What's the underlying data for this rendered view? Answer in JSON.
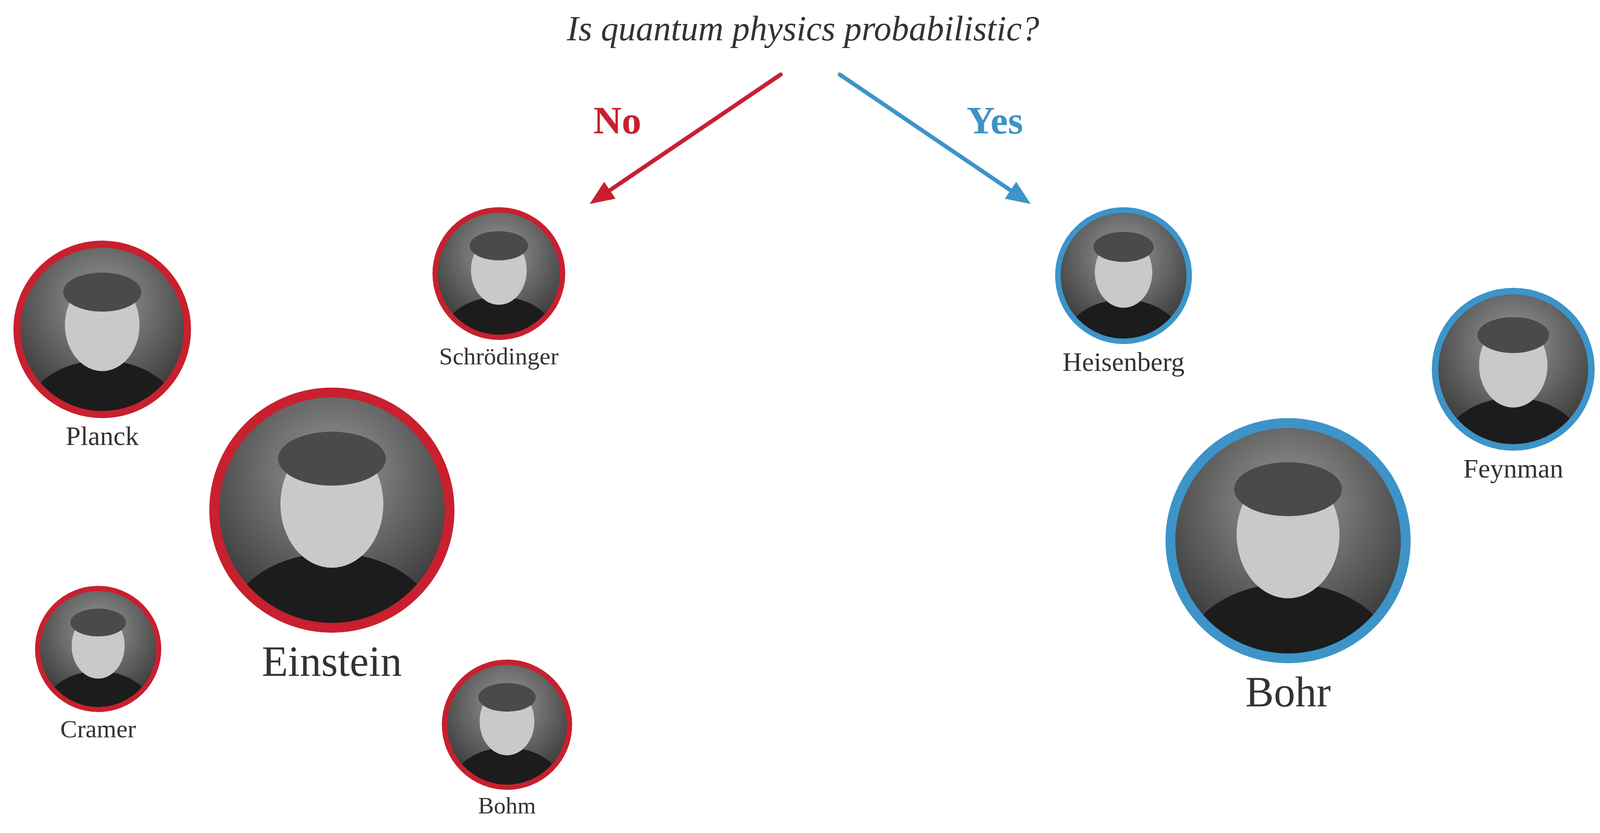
{
  "diagram": {
    "title": "Is quantum physics probabilistic?",
    "nodes": [
      {
        "text": [
          "Planck"
        ]
      },
      {
        "text": [
          "Schrödinger"
        ]
      },
      {
        "text": [
          "Einstein"
        ]
      },
      {
        "text": [
          "Cramer"
        ]
      },
      {
        "text": [
          "Bohm"
        ]
      },
      {
        "text": [
          "Heisenberg"
        ]
      },
      {
        "text": [
          "Feynman"
        ]
      },
      {
        "text": [
          "Bohr"
        ]
      }
    ],
    "labels": [
      "No",
      "Yes"
    ]
  }
}
